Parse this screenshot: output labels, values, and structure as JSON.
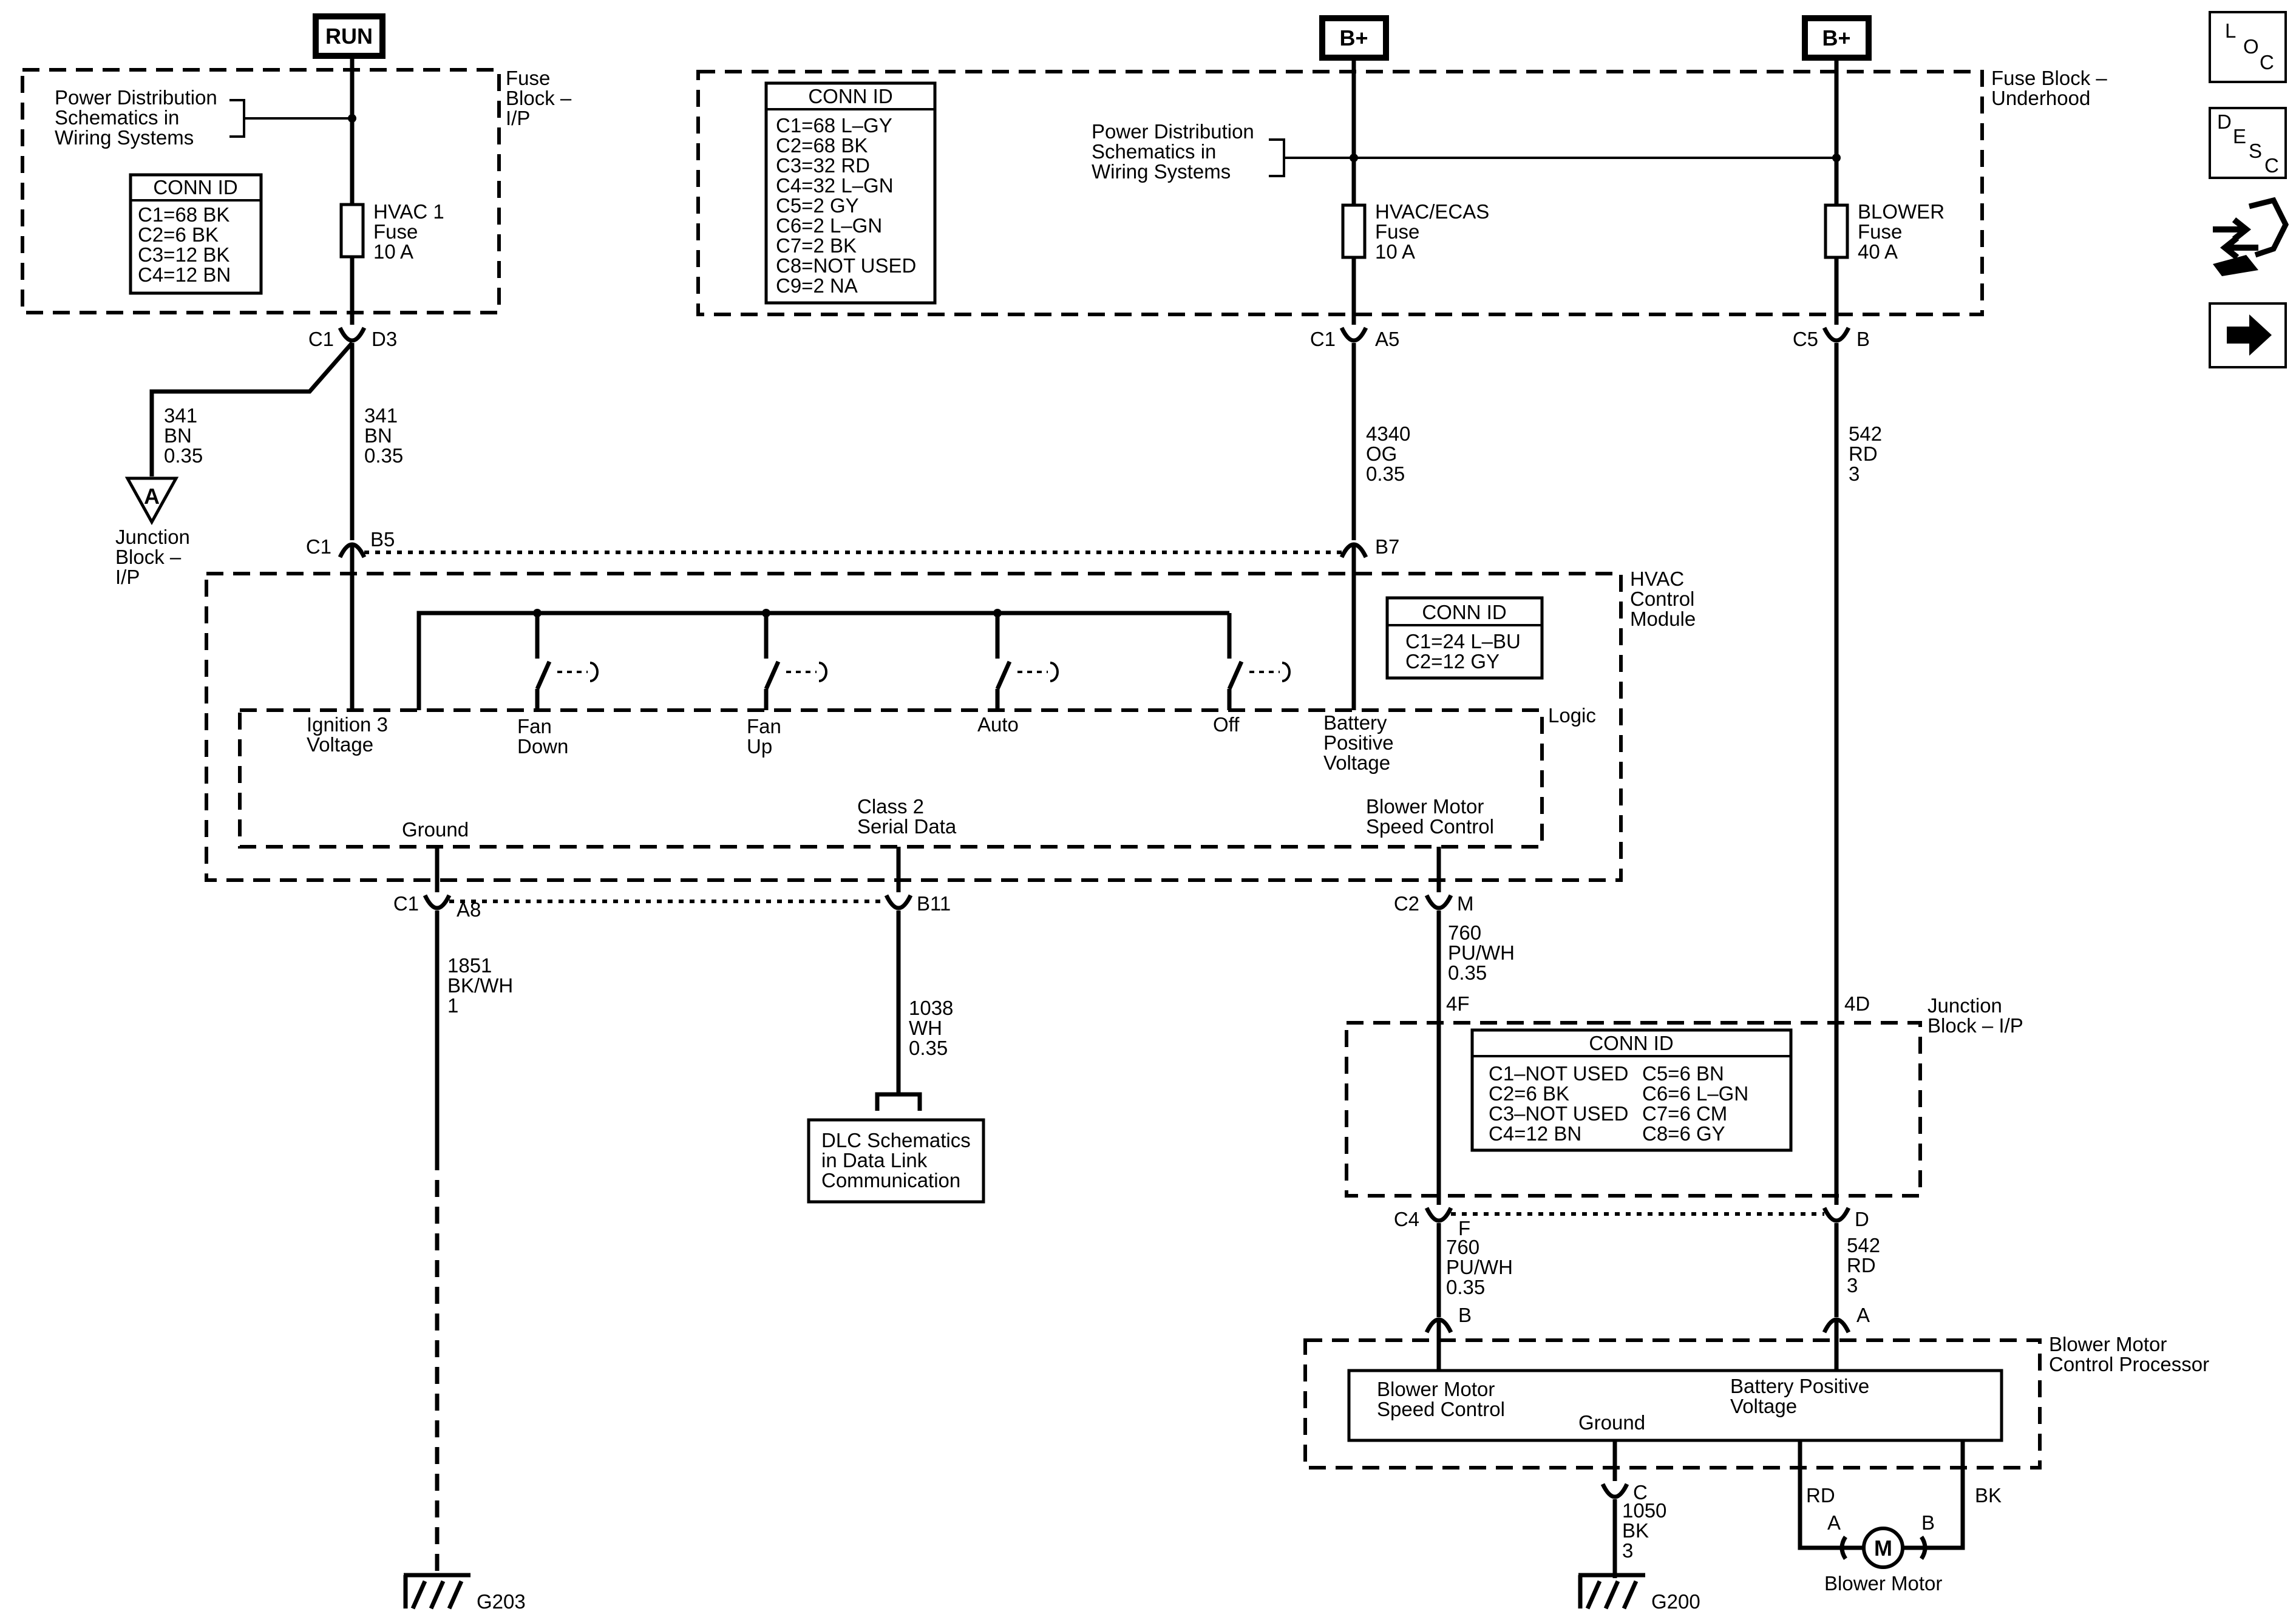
{
  "sources": {
    "run": "RUN",
    "bplus_left": "B+",
    "bplus_right": "B+"
  },
  "fuse_block_ip": {
    "title": [
      "Fuse",
      "Block –",
      "I/P"
    ],
    "power_dist": [
      "Power Distribution",
      "Schematics in",
      "Wiring Systems"
    ],
    "conn_id": {
      "header": "CONN ID",
      "rows": [
        "C1=68 BK",
        "C2=6 BK",
        "C3=12 BK",
        "C4=12 BN"
      ]
    },
    "fuse": [
      "HVAC 1",
      "Fuse",
      "10 A"
    ]
  },
  "fuse_block_underhood": {
    "title": [
      "Fuse Block –",
      "Underhood"
    ],
    "conn_id": {
      "header": "CONN ID",
      "rows": [
        "C1=68 L–GY",
        "C2=68 BK",
        "C3=32 RD",
        "C4=32 L–GN",
        "C5=2 GY",
        "C6=2 L–GN",
        "C7=2 BK",
        "C8=NOT USED",
        "C9=2 NA"
      ]
    },
    "power_dist": [
      "Power Distribution",
      "Schematics in",
      "Wiring Systems"
    ],
    "fuse_hvac": [
      "HVAC/ECAS",
      "Fuse",
      "10 A"
    ],
    "fuse_blower": [
      "BLOWER",
      "Fuse",
      "40 A"
    ]
  },
  "connectors": {
    "c1_d3": [
      "C1",
      "D3"
    ],
    "c1_a5": [
      "C1",
      "A5"
    ],
    "c5_b": [
      "C5",
      "B"
    ],
    "c1_b5": [
      "C1",
      "B5"
    ],
    "b7": "B7",
    "c1_a8": [
      "C1",
      "A8"
    ],
    "b11": "B11",
    "c2_m": [
      "C2",
      "M"
    ],
    "c4_f": [
      "C4",
      "F"
    ],
    "d": "D",
    "b": "B",
    "a": "A",
    "c": "C",
    "f4": "4F",
    "d4": "4D"
  },
  "wires": {
    "w341_left": [
      "341",
      "BN",
      "0.35"
    ],
    "w341_right": [
      "341",
      "BN",
      "0.35"
    ],
    "w4340": [
      "4340",
      "OG",
      "0.35"
    ],
    "w542_top": [
      "542",
      "RD",
      "3"
    ],
    "w1851": [
      "1851",
      "BK/WH",
      "1"
    ],
    "w1038": [
      "1038",
      "WH",
      "0.35"
    ],
    "w760_top": [
      "760",
      "PU/WH",
      "0.35"
    ],
    "w760_bot": [
      "760",
      "PU/WH",
      "0.35"
    ],
    "w542_bot": [
      "542",
      "RD",
      "3"
    ],
    "w1050": [
      "1050",
      "BK",
      "3"
    ],
    "rd": "RD",
    "bk": "BK"
  },
  "junction_ref": {
    "letter": "A",
    "label": [
      "Junction",
      "Block –",
      "I/P"
    ]
  },
  "hvac_module": {
    "title": [
      "HVAC",
      "Control",
      "Module"
    ],
    "conn_id": {
      "header": "CONN ID",
      "rows": [
        "C1=24 L–BU",
        "C2=12 GY"
      ]
    },
    "logic": "Logic",
    "ignition": [
      "Ignition 3",
      "Voltage"
    ],
    "fan_down": [
      "Fan",
      "Down"
    ],
    "fan_up": [
      "Fan",
      "Up"
    ],
    "auto": "Auto",
    "off": "Off",
    "battery": [
      "Battery",
      "Positive",
      "Voltage"
    ],
    "ground": "Ground",
    "class2": [
      "Class 2",
      "Serial Data"
    ],
    "blower_speed": [
      "Blower Motor",
      "Speed Control"
    ]
  },
  "dlc_box": [
    "DLC Schematics",
    "in Data Link",
    "Communication"
  ],
  "junction_block_ip": {
    "title": [
      "Junction",
      "Block – I/P"
    ],
    "conn_id": {
      "header": "CONN ID",
      "left": [
        "C1–NOT USED",
        "C2=6 BK",
        "C3–NOT USED",
        "C4=12 BN"
      ],
      "right": [
        "C5=6 BN",
        "C6=6 L–GN",
        "C7=6 CM",
        "C8=6 GY"
      ]
    }
  },
  "blower_processor": {
    "title": [
      "Blower Motor",
      "Control Processor"
    ],
    "speed": [
      "Blower Motor",
      "Speed Control"
    ],
    "battery": [
      "Battery Positive",
      "Voltage"
    ],
    "ground": "Ground"
  },
  "blower_motor": {
    "label": "Blower Motor",
    "symbol": "M",
    "pin_a": "A",
    "pin_b": "B"
  },
  "grounds": {
    "g203": "G203",
    "g200": "G200"
  },
  "nav": {
    "loc": [
      "L",
      "O",
      "C"
    ],
    "desc": [
      "D",
      "E",
      "S",
      "C"
    ]
  }
}
